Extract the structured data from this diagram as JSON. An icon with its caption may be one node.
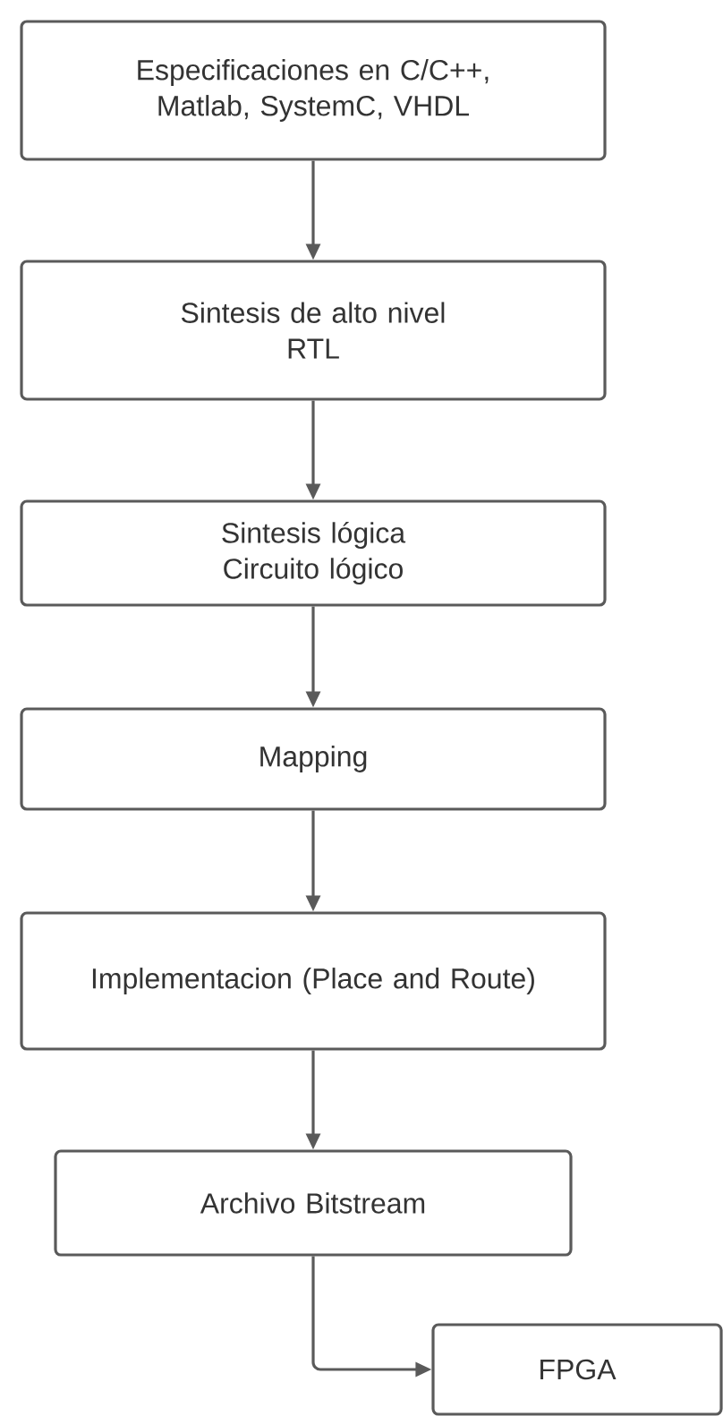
{
  "diagram": {
    "nodes": [
      {
        "text": [
          "Especificaciones en C/C++, Matlab, SystemC, VHDL"
        ]
      },
      {
        "text": [
          "Sintesis de alto nivel",
          "RTL"
        ]
      },
      {
        "text": [
          "Sintesis lógica",
          "Circuito lógico"
        ]
      },
      {
        "text": [
          "Mapping"
        ]
      },
      {
        "text": [
          "Implementacion (Place and Route)"
        ]
      },
      {
        "text": [
          "Archivo Bitstream"
        ]
      },
      {
        "text": [
          "FPGA"
        ]
      }
    ],
    "edges": [
      {
        "from": 0,
        "to": 1,
        "arrow": "to"
      },
      {
        "from": 1,
        "to": 2,
        "arrow": "to"
      },
      {
        "from": 2,
        "to": 3,
        "arrow": "to"
      },
      {
        "from": 3,
        "to": 4,
        "arrow": "to"
      },
      {
        "from": 4,
        "to": 5,
        "arrow": "to"
      },
      {
        "from": 5,
        "to": 6,
        "arrow": "to"
      }
    ]
  }
}
